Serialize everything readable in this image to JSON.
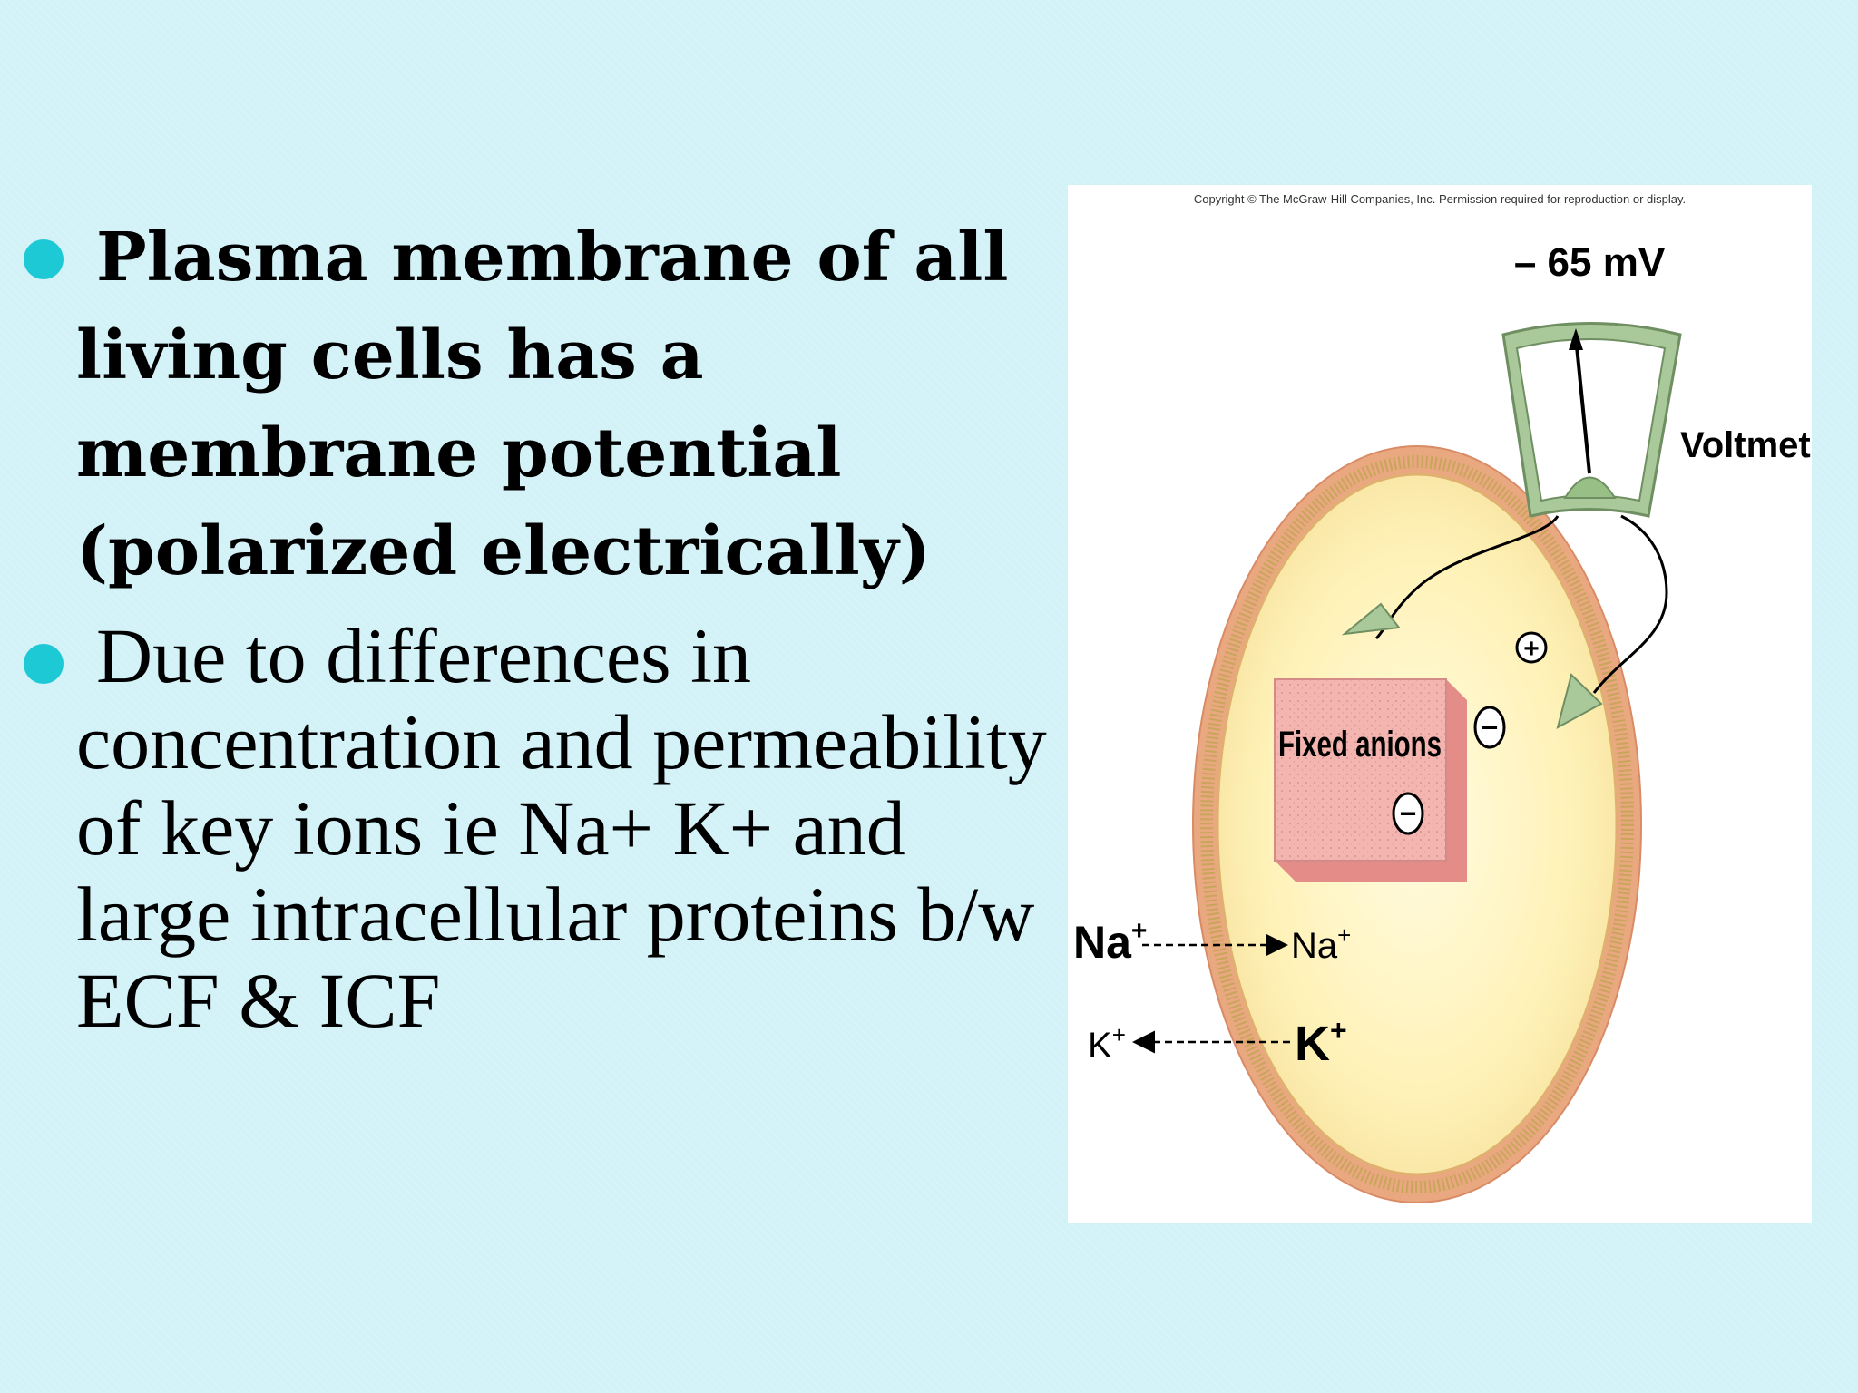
{
  "bullets": [
    {
      "style": "bold",
      "text": "Plasma membrane of all living cells has a membrane potential (polarized electrically)"
    },
    {
      "style": "regular",
      "text": "Due to differences in concentration and permeability of key ions  ie Na+ K+ and large intracellular proteins  b/w ECF & ICF"
    }
  ],
  "colors": {
    "background": "#d3f2f8",
    "bullet": "#1ec9d6",
    "voltmeter": "#a9c99a",
    "membrane": "#e8a07a",
    "cytoplasm": "#fff6c4",
    "anion_box": "#f4b4b0"
  },
  "figure": {
    "copyright": "Copyright © The McGraw-Hill Companies, Inc. Permission required for reproduction or display.",
    "voltage": "– 65 mV",
    "voltmeter_label": "Voltmeter",
    "fixed_anions_label": "Fixed anions",
    "plus_sign": "+",
    "minus_sign": "−",
    "na_outside": "Na",
    "na_inside": "Na",
    "k_outside": "K",
    "k_inside": "K",
    "ion_charge": "+"
  }
}
